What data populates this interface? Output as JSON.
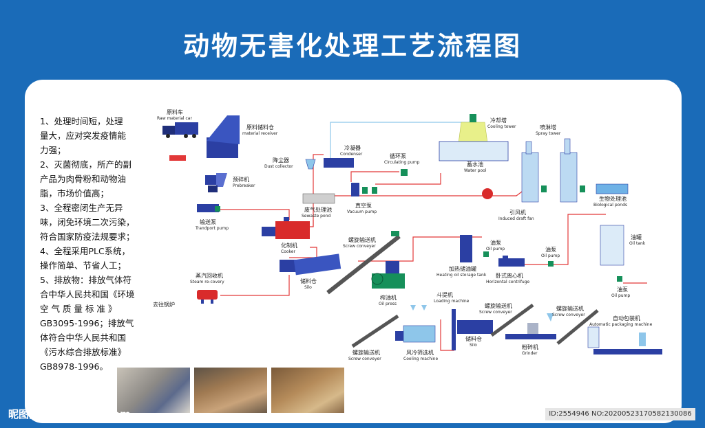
{
  "title": "动物无害化处理工艺流程图",
  "notes": [
    "1、处理时间短，处理\n量大，应对突发疫情能\n力强；",
    "2、灭菌彻底，所产的副\n产品为肉骨粉和动物油\n脂，市场价值高；",
    "3、全程密闭生产无异\n味，闭免环境二次污染，\n符合国家防疫法规要求；",
    "4、全程采用PLC系统，\n操作简单、节省人工；",
    "5、排放物：排放气体符\n合中华人民共和国《环境\n空 气 质 量 标 准 》\nGB3095-1996；排放气\n体符合中华人民共和国\n《污水综合排放标准》\nGB8978-1996。"
  ],
  "labels": {
    "raw_car_cn": "原料车",
    "raw_car_en": "Raw material car",
    "receiver_cn": "原料储料仓",
    "receiver_en": "material receiver",
    "prebreaker_cn": "预碎机",
    "prebreaker_en": "Prebreaker",
    "transport_pump_cn": "输送泵",
    "transport_pump_en": "Trandport pump",
    "dust_collector_cn": "降尘器",
    "dust_collector_en": "Dust collector",
    "condenser_cn": "冷凝器",
    "condenser_en": "Condenser",
    "circ_pump_cn": "循环泵",
    "circ_pump_en": "Circulating pump",
    "cooling_tower_cn": "冷却塔",
    "cooling_tower_en": "Cooling tower",
    "water_pool_cn": "蓄水池",
    "water_pool_en": "Water pool",
    "spray_tower_cn": "喷淋塔",
    "spray_tower_en": "Spray tower",
    "bio_pond_cn": "生物处理池",
    "bio_pond_en": "Biological ponds",
    "waste_pond_cn": "废气处理池",
    "waste_pond_en": "Sewaste pond",
    "vacuum_pump_cn": "真空泵",
    "vacuum_pump_en": "Vacuum pump",
    "draft_fan_cn": "引风机",
    "draft_fan_en": "Induced draft fan",
    "cooker_cn": "化制机",
    "cooker_en": "Cooker",
    "screw1_cn": "螺旋输送机",
    "screw1_en": "Screw conveyer",
    "oil_pump1_cn": "油泵",
    "oil_pump1_en": "Oil pump",
    "heat_tank_cn": "加热储油罐",
    "heat_tank_en": "Heating oil storage tank",
    "centrifuge_cn": "卧式离心机",
    "centrifuge_en": "Horizontal centrifuge",
    "oil_pump2_cn": "油泵",
    "oil_pump2_en": "Oil pump",
    "oil_tank_cn": "油罐",
    "oil_tank_en": "Oil tank",
    "oil_pump3_cn": "油泵",
    "oil_pump3_en": "Oil pump",
    "steam_cn": "蒸汽回收机",
    "steam_en": "Steam re-covery",
    "silo1_cn": "储料仓",
    "silo1_en": "Silo",
    "boiler_cn": "去往锅炉",
    "oil_press_cn": "榨油机",
    "oil_press_en": "Oil press",
    "loading_cn": "斗提机",
    "loading_en": "Loading machine",
    "screw2_cn": "螺旋输送机",
    "screw2_en": "Screw conveyer",
    "screw3_cn": "螺旋输送机",
    "screw3_en": "Screw conveyer",
    "pack_cn": "自动包装机",
    "pack_en": "Automatic packaging machine",
    "silo2_cn": "储料仓",
    "silo2_en": "Silo",
    "grinder_cn": "粉碎机",
    "grinder_en": "Grinder",
    "screw4_cn": "螺旋输送机",
    "screw4_en": "Screw conveyer",
    "cooling_machine_cn": "风冷筛选机",
    "cooling_machine_en": "Cooling machine"
  },
  "watermark_left": "昵图网 www.nipic.com",
  "watermark_right": "ID:2554946 NO:20200523170582130086",
  "colors": {
    "bg": "#1a6bb8",
    "pipe_red": "#e23838",
    "pipe_blue": "#8ec6ea",
    "equip_blue": "#2b3fa3",
    "equip_red": "#d92b2b",
    "equip_green": "#16905a"
  }
}
